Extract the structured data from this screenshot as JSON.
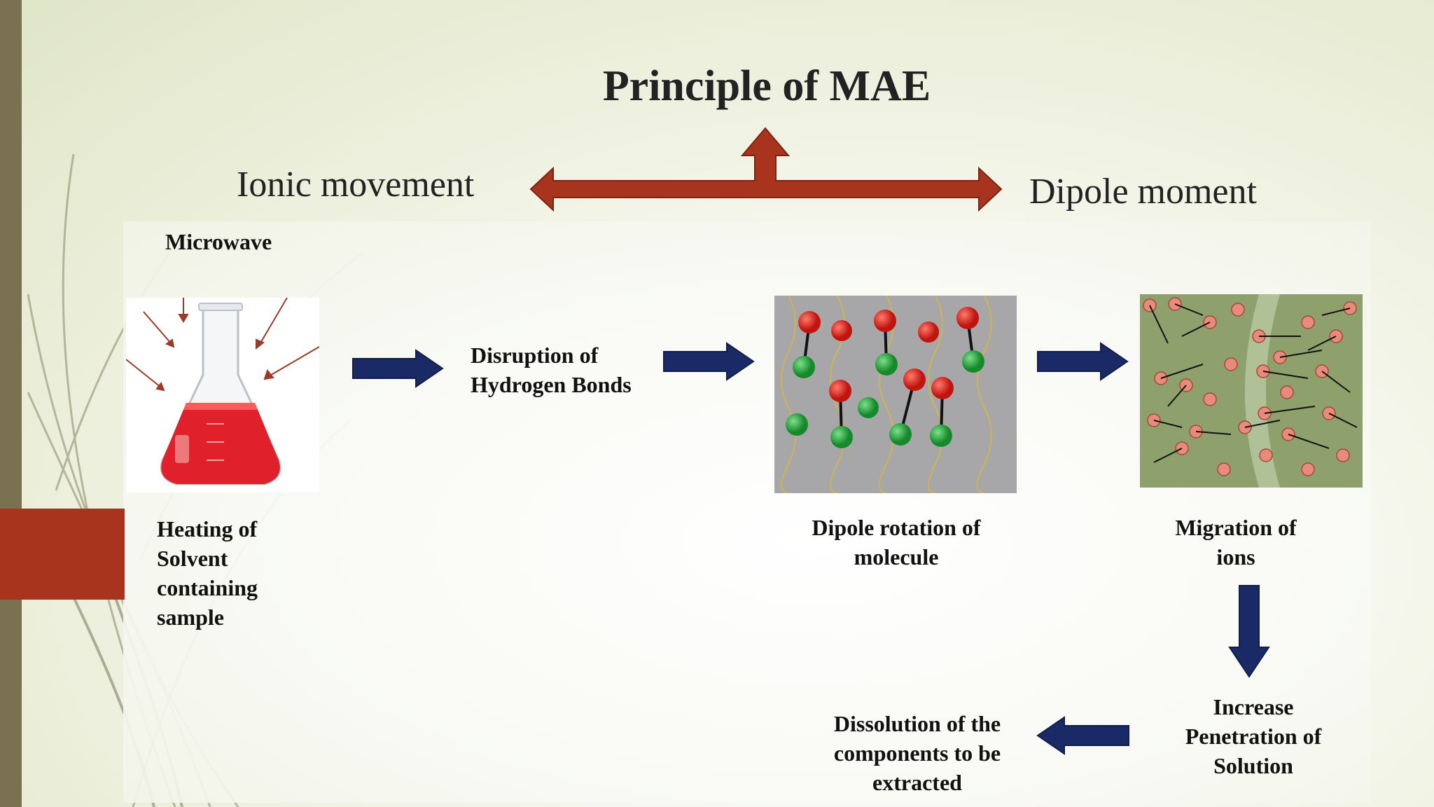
{
  "slide": {
    "title": "Principle of MAE",
    "left_label": "Ionic movement",
    "right_label": "Dipole moment"
  },
  "flow": {
    "microwave": "Microwave",
    "heating": "Heating of\nSolvent\ncontaining\nsample",
    "disruption": "Disruption of\nHydrogen Bonds",
    "dipole_rotation": "Dipole rotation of\nmolecule",
    "migration": "Migration of\nions",
    "increase_penetration": "Increase\nPenetration of\nSolution",
    "dissolution": "Dissolution of the\ncomponents to be\nextracted"
  },
  "colors": {
    "red_arrow": "#a9341d",
    "navy_arrow": "#1a2a66",
    "accent_block": "#a9341d",
    "left_strip": "#7a7150"
  },
  "icons": {
    "flask": "erlenmeyer-flask-with-red-liquid",
    "dipoles": "dipole-molecules-image",
    "ions": "ion-migration-image"
  }
}
